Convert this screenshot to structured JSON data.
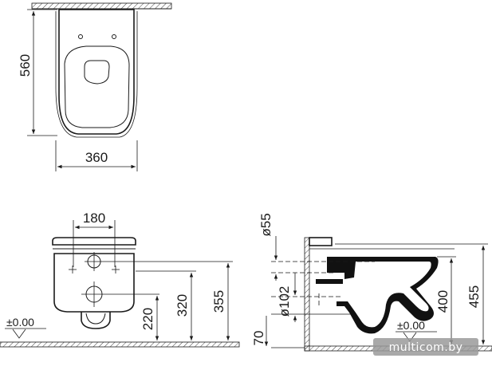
{
  "top_view": {
    "width": "360",
    "depth": "560"
  },
  "front_view": {
    "hole_spacing": "180",
    "level": "±0.00",
    "h_lower_holes": "220",
    "h_upper_holes": "320",
    "h_top": "355"
  },
  "side_view": {
    "pipe_outer": "ø55",
    "pipe_drain": "ø102",
    "floor_gap": "70",
    "h_inlet": "400",
    "h_total": "455",
    "level": "±0.00"
  },
  "watermark": "multicom.by"
}
